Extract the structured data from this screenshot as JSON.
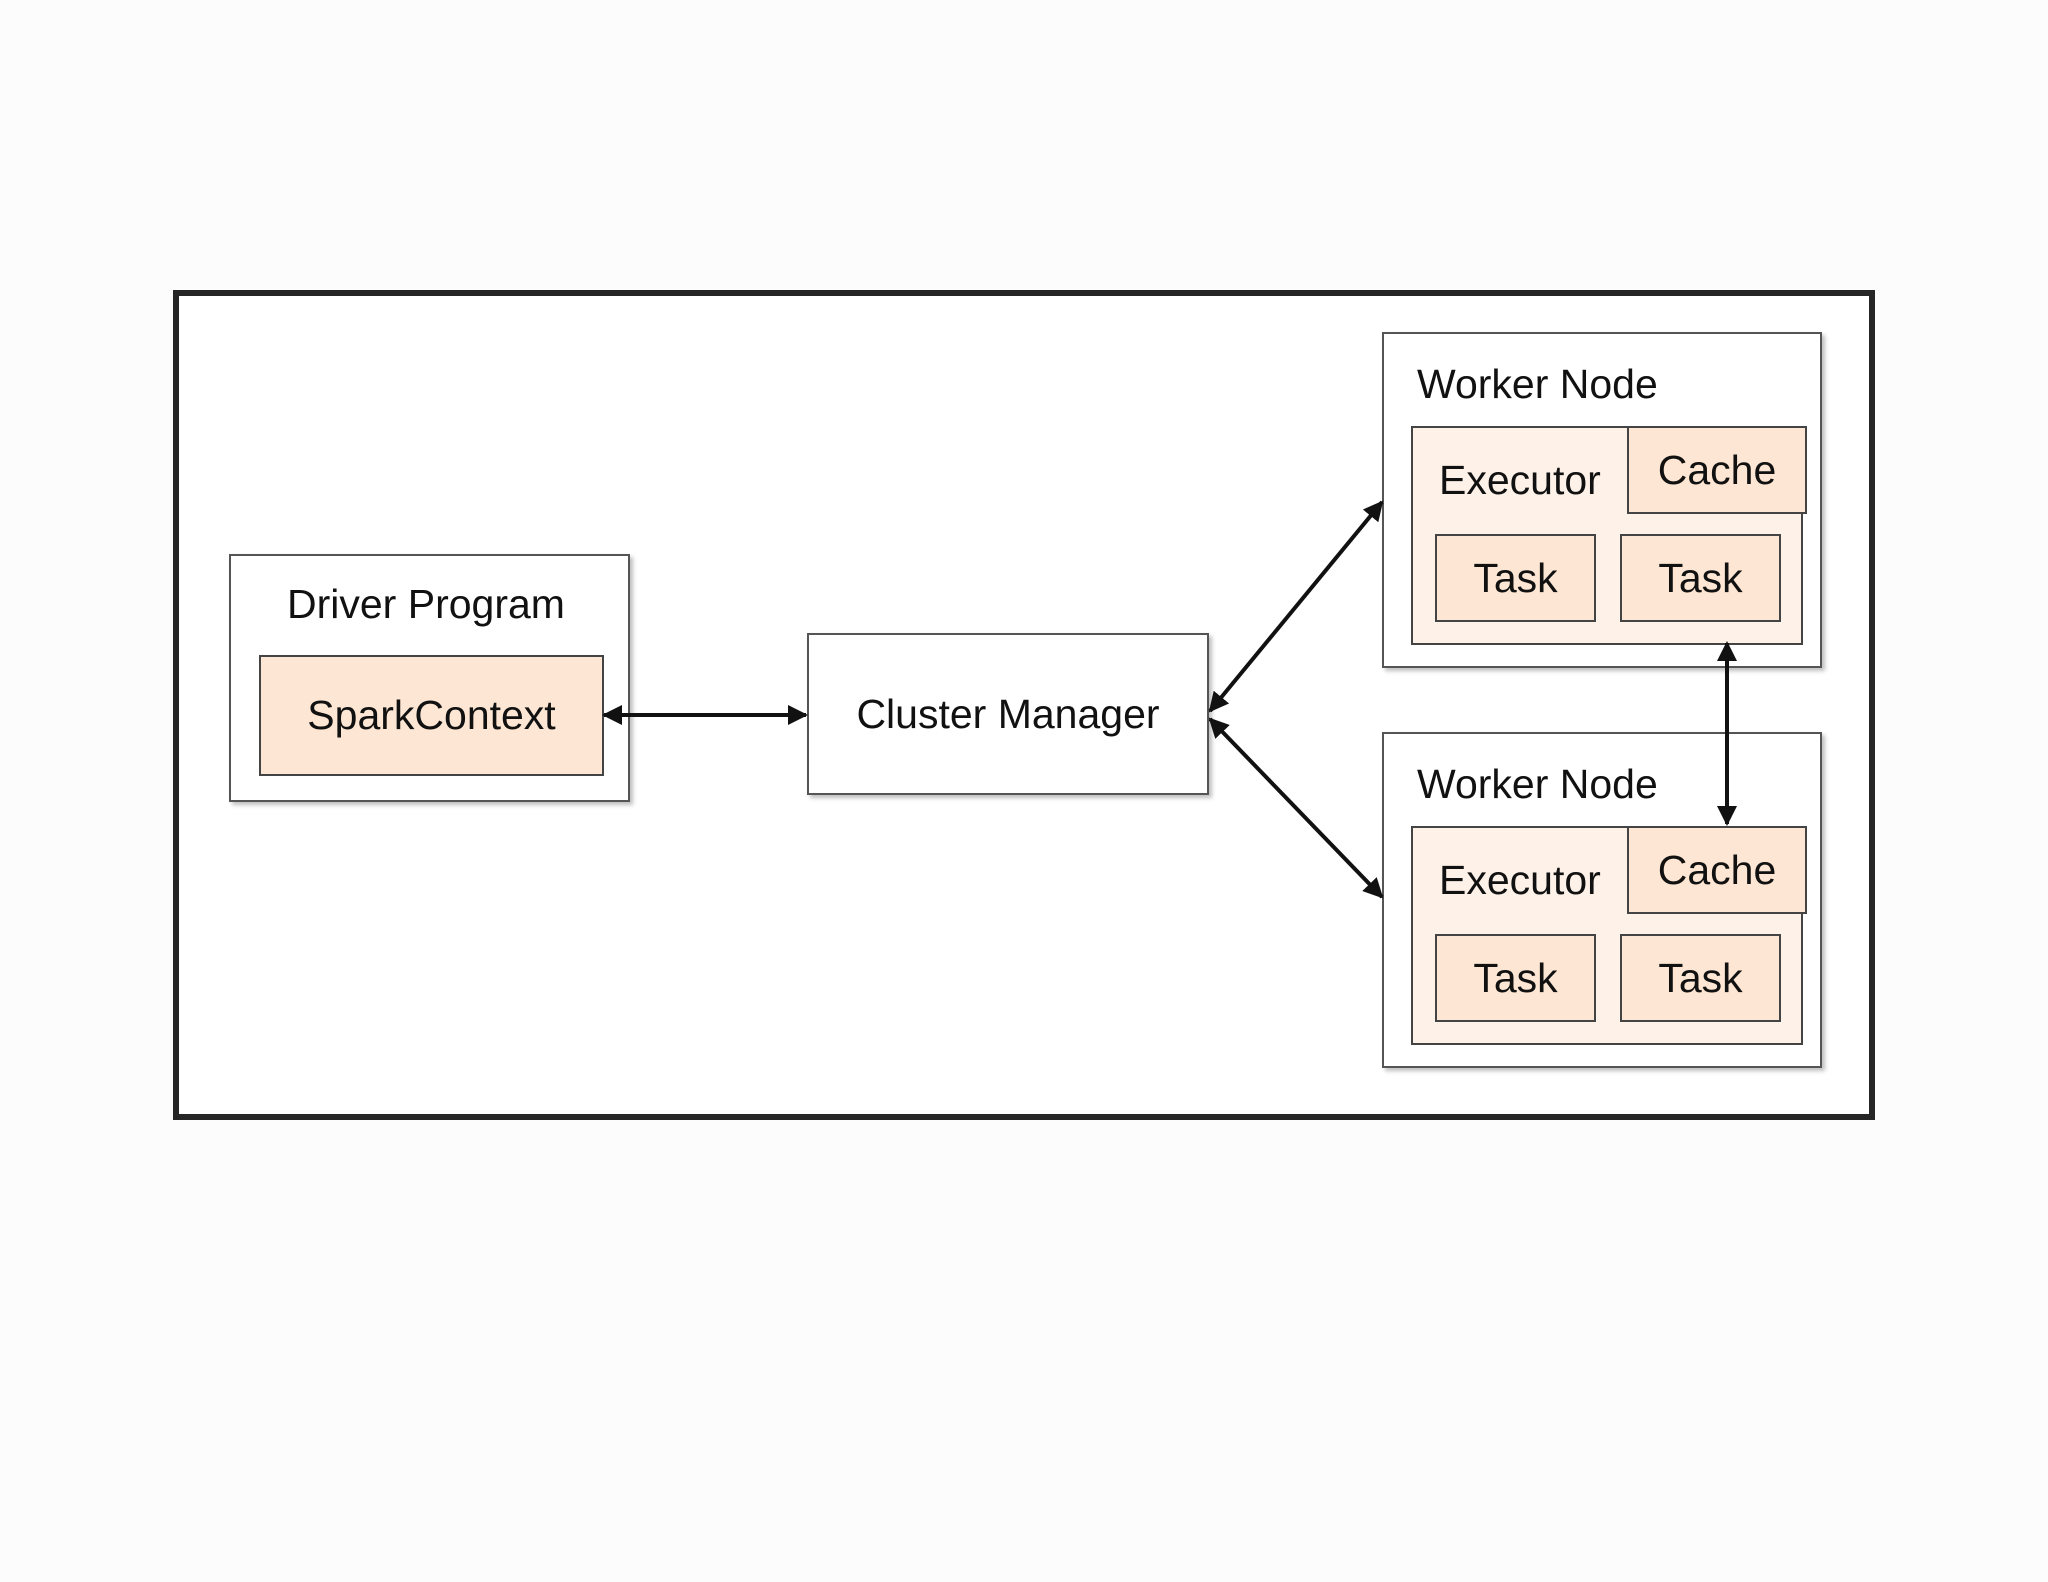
{
  "diagram": {
    "driver": {
      "title": "Driver Program",
      "context": "SparkContext"
    },
    "cluster_manager": "Cluster Manager",
    "workers": [
      {
        "title": "Worker Node",
        "executor": "Executor",
        "cache": "Cache",
        "tasks": [
          "Task",
          "Task"
        ]
      },
      {
        "title": "Worker Node",
        "executor": "Executor",
        "cache": "Cache",
        "tasks": [
          "Task",
          "Task"
        ]
      }
    ]
  }
}
